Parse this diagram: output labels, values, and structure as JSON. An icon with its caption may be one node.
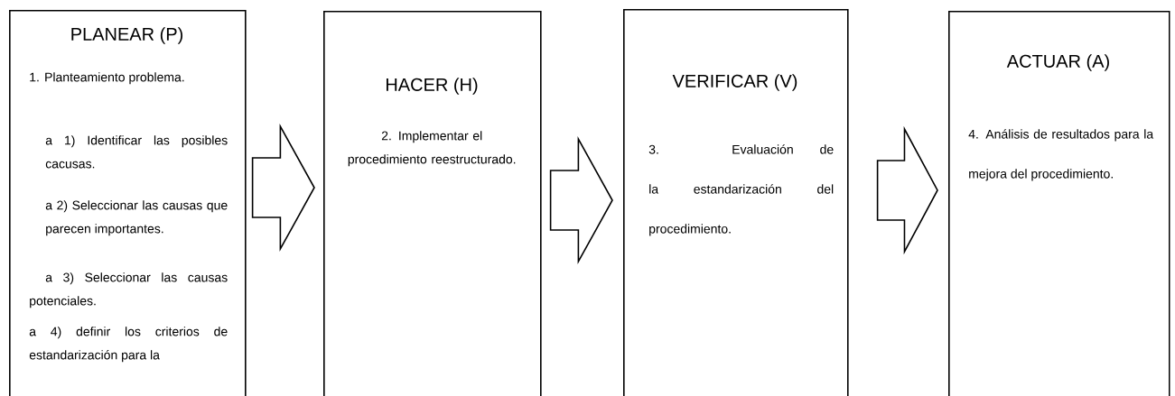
{
  "diagram": {
    "nodes": [
      {
        "text": [
          "PLANEAR (P)",
          "1. Planteamiento problema.",
          "a 1) Identificar las posibles cacusas.",
          "a 2) Seleccionar las causas que parecen importantes.",
          "a 3) Seleccionar las causas potenciales.",
          "a 4) definir los criterios de estandarización para la"
        ]
      },
      {
        "text": [
          "HACER (H)",
          "2. Implementar el procedimiento reestructurado."
        ]
      },
      {
        "text": [
          "VERIFICAR (V)",
          "3. Evaluación de la estandarización del procedimiento."
        ]
      },
      {
        "text": [
          "ACTUAR (A)",
          "4. Análisis de resultados para la mejora del procedimiento."
        ]
      }
    ],
    "edges": [
      {
        "from": 0,
        "to": 1,
        "arrow": "to"
      },
      {
        "from": 1,
        "to": 2,
        "arrow": "to"
      },
      {
        "from": 2,
        "to": 3,
        "arrow": "to"
      }
    ]
  }
}
